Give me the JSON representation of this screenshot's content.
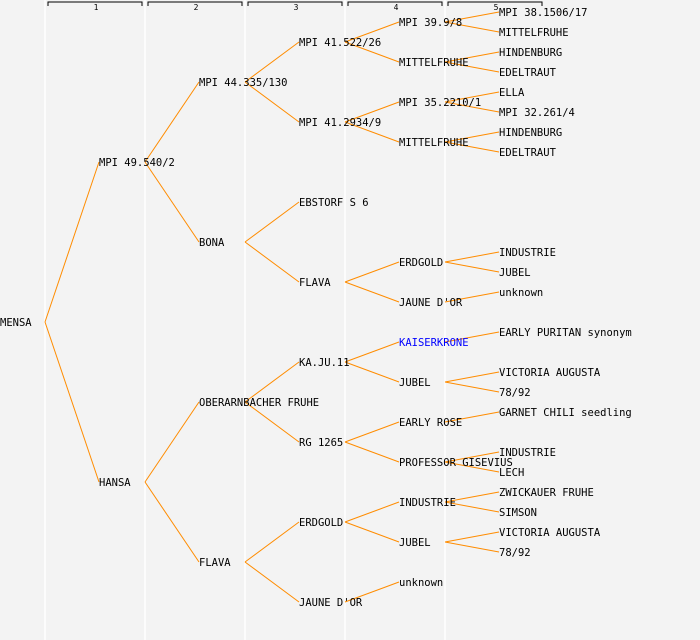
{
  "header": {
    "generations": [
      "1",
      "2",
      "3",
      "4",
      "5"
    ]
  },
  "colors": {
    "line": "#ff8c00",
    "link": "#0000ff",
    "text": "#000000",
    "divider": "#ffffff"
  },
  "pedigree": {
    "name": "MENSA",
    "parents": [
      {
        "name": "MPI 49.540/2",
        "parents": [
          {
            "name": "MPI 44.335/130",
            "parents": [
              {
                "name": "MPI 41.522/26",
                "parents": [
                  {
                    "name": "MPI 39.9/8",
                    "parents": [
                      {
                        "name": "MPI 38.1506/17"
                      },
                      {
                        "name": "MITTELFRUHE"
                      }
                    ]
                  },
                  {
                    "name": "MITTELFRUHE",
                    "parents": [
                      {
                        "name": "HINDENBURG"
                      },
                      {
                        "name": "EDELTRAUT"
                      }
                    ]
                  }
                ]
              },
              {
                "name": "MPI 41.2934/9",
                "parents": [
                  {
                    "name": "MPI 35.2210/1",
                    "parents": [
                      {
                        "name": "ELLA"
                      },
                      {
                        "name": "MPI 32.261/4"
                      }
                    ]
                  },
                  {
                    "name": "MITTELFRUHE",
                    "parents": [
                      {
                        "name": "HINDENBURG"
                      },
                      {
                        "name": "EDELTRAUT"
                      }
                    ]
                  }
                ]
              }
            ]
          },
          {
            "name": "BONA",
            "parents": [
              {
                "name": "EBSTORF S 6"
              },
              {
                "name": "FLAVA",
                "parents": [
                  {
                    "name": "ERDGOLD",
                    "parents": [
                      {
                        "name": "INDUSTRIE"
                      },
                      {
                        "name": "JUBEL"
                      }
                    ]
                  },
                  {
                    "name": "JAUNE D'OR",
                    "parents": [
                      {
                        "name": "unknown"
                      },
                      null
                    ]
                  }
                ]
              }
            ]
          }
        ]
      },
      {
        "name": "HANSA",
        "parents": [
          {
            "name": "OBERARNBACHER FRUHE",
            "parents": [
              {
                "name": "KA.JU.11",
                "parents": [
                  {
                    "name": "KAISERKRONE",
                    "link": true,
                    "parents": [
                      {
                        "name": "EARLY PURITAN synonym"
                      },
                      null
                    ]
                  },
                  {
                    "name": "JUBEL",
                    "parents": [
                      {
                        "name": "VICTORIA AUGUSTA"
                      },
                      {
                        "name": "78/92"
                      }
                    ]
                  }
                ]
              },
              {
                "name": "RG 1265",
                "parents": [
                  {
                    "name": "EARLY ROSE",
                    "parents": [
                      {
                        "name": "GARNET CHILI seedling"
                      },
                      null
                    ]
                  },
                  {
                    "name": "PROFESSOR GISEVIUS",
                    "parents": [
                      {
                        "name": "INDUSTRIE"
                      },
                      {
                        "name": "LECH"
                      }
                    ]
                  }
                ]
              }
            ]
          },
          {
            "name": "FLAVA",
            "parents": [
              {
                "name": "ERDGOLD",
                "parents": [
                  {
                    "name": "INDUSTRIE",
                    "parents": [
                      {
                        "name": "ZWICKAUER FRUHE"
                      },
                      {
                        "name": "SIMSON"
                      }
                    ]
                  },
                  {
                    "name": "JUBEL",
                    "parents": [
                      {
                        "name": "VICTORIA AUGUSTA"
                      },
                      {
                        "name": "78/92"
                      }
                    ]
                  }
                ]
              },
              {
                "name": "JAUNE D'OR",
                "parents": [
                  {
                    "name": "unknown"
                  },
                  null
                ]
              }
            ]
          }
        ]
      }
    ]
  }
}
